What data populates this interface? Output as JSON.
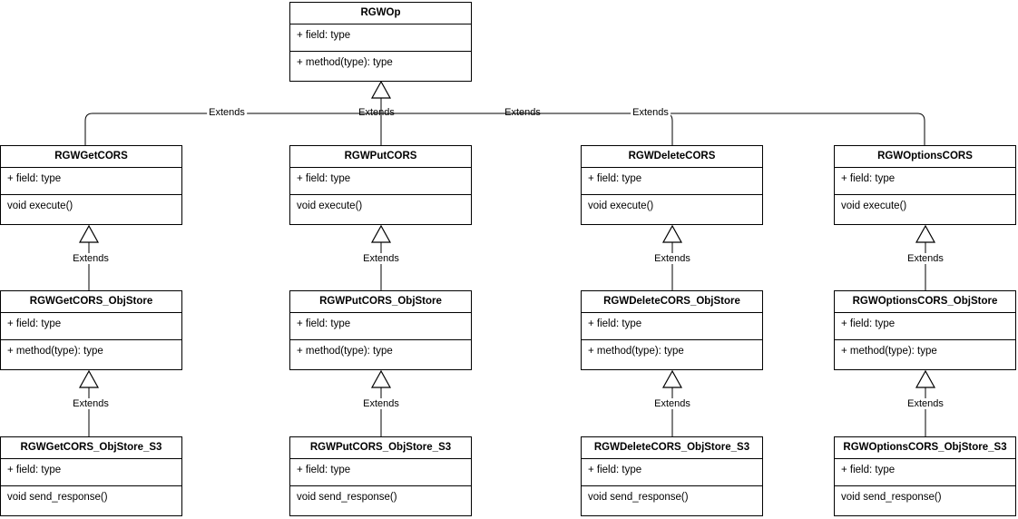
{
  "diagram": {
    "kind": "uml-class-diagram",
    "extends_label": "Extends",
    "colors": {
      "line": "#000000",
      "text": "#000000",
      "box_fill": "#ffffff",
      "background": "#ffffff"
    }
  },
  "extends_label": "Extends",
  "classes": [
    {
      "name": "RGWOp",
      "attributes": [
        "+ field: type"
      ],
      "methods": [
        "+ method(type): type"
      ]
    },
    {
      "name": "RGWGetCORS",
      "attributes": [
        "+ field: type"
      ],
      "methods": [
        "void execute()"
      ]
    },
    {
      "name": "RGWPutCORS",
      "attributes": [
        "+ field: type"
      ],
      "methods": [
        "void execute()"
      ]
    },
    {
      "name": "RGWDeleteCORS",
      "attributes": [
        "+ field: type"
      ],
      "methods": [
        "void execute()"
      ]
    },
    {
      "name": "RGWOptionsCORS",
      "attributes": [
        "+ field: type"
      ],
      "methods": [
        "void execute()"
      ]
    },
    {
      "name": "RGWGetCORS_ObjStore",
      "attributes": [
        "+ field: type"
      ],
      "methods": [
        "+ method(type): type"
      ]
    },
    {
      "name": "RGWPutCORS_ObjStore",
      "attributes": [
        "+ field: type"
      ],
      "methods": [
        "+ method(type): type"
      ]
    },
    {
      "name": "RGWDeleteCORS_ObjStore",
      "attributes": [
        "+ field: type"
      ],
      "methods": [
        "+ method(type): type"
      ]
    },
    {
      "name": "RGWOptionsCORS_ObjStore",
      "attributes": [
        "+ field: type"
      ],
      "methods": [
        "+ method(type): type"
      ]
    },
    {
      "name": "RGWGetCORS_ObjStore_S3",
      "attributes": [
        "+ field: type"
      ],
      "methods": [
        "void send_response()"
      ]
    },
    {
      "name": "RGWPutCORS_ObjStore_S3",
      "attributes": [
        "+ field: type"
      ],
      "methods": [
        "void send_response()"
      ]
    },
    {
      "name": "RGWDeleteCORS_ObjStore_S3",
      "attributes": [
        "+ field: type"
      ],
      "methods": [
        "void send_response()"
      ]
    },
    {
      "name": "RGWOptionsCORS_ObjStore_S3",
      "attributes": [
        "+ field: type"
      ],
      "methods": [
        "void send_response()"
      ]
    }
  ],
  "relationships": [
    {
      "from": "RGWGetCORS",
      "to": "RGWOp",
      "type": "extends"
    },
    {
      "from": "RGWPutCORS",
      "to": "RGWOp",
      "type": "extends"
    },
    {
      "from": "RGWDeleteCORS",
      "to": "RGWOp",
      "type": "extends"
    },
    {
      "from": "RGWOptionsCORS",
      "to": "RGWOp",
      "type": "extends"
    },
    {
      "from": "RGWGetCORS_ObjStore",
      "to": "RGWGetCORS",
      "type": "extends"
    },
    {
      "from": "RGWPutCORS_ObjStore",
      "to": "RGWPutCORS",
      "type": "extends"
    },
    {
      "from": "RGWDeleteCORS_ObjStore",
      "to": "RGWDeleteCORS",
      "type": "extends"
    },
    {
      "from": "RGWOptionsCORS_ObjStore",
      "to": "RGWOptionsCORS",
      "type": "extends"
    },
    {
      "from": "RGWGetCORS_ObjStore_S3",
      "to": "RGWGetCORS_ObjStore",
      "type": "extends"
    },
    {
      "from": "RGWPutCORS_ObjStore_S3",
      "to": "RGWPutCORS_ObjStore",
      "type": "extends"
    },
    {
      "from": "RGWDeleteCORS_ObjStore_S3",
      "to": "RGWDeleteCORS_ObjStore",
      "type": "extends"
    },
    {
      "from": "RGWOptionsCORS_ObjStore_S3",
      "to": "RGWOptionsCORS_ObjStore",
      "type": "extends"
    }
  ]
}
